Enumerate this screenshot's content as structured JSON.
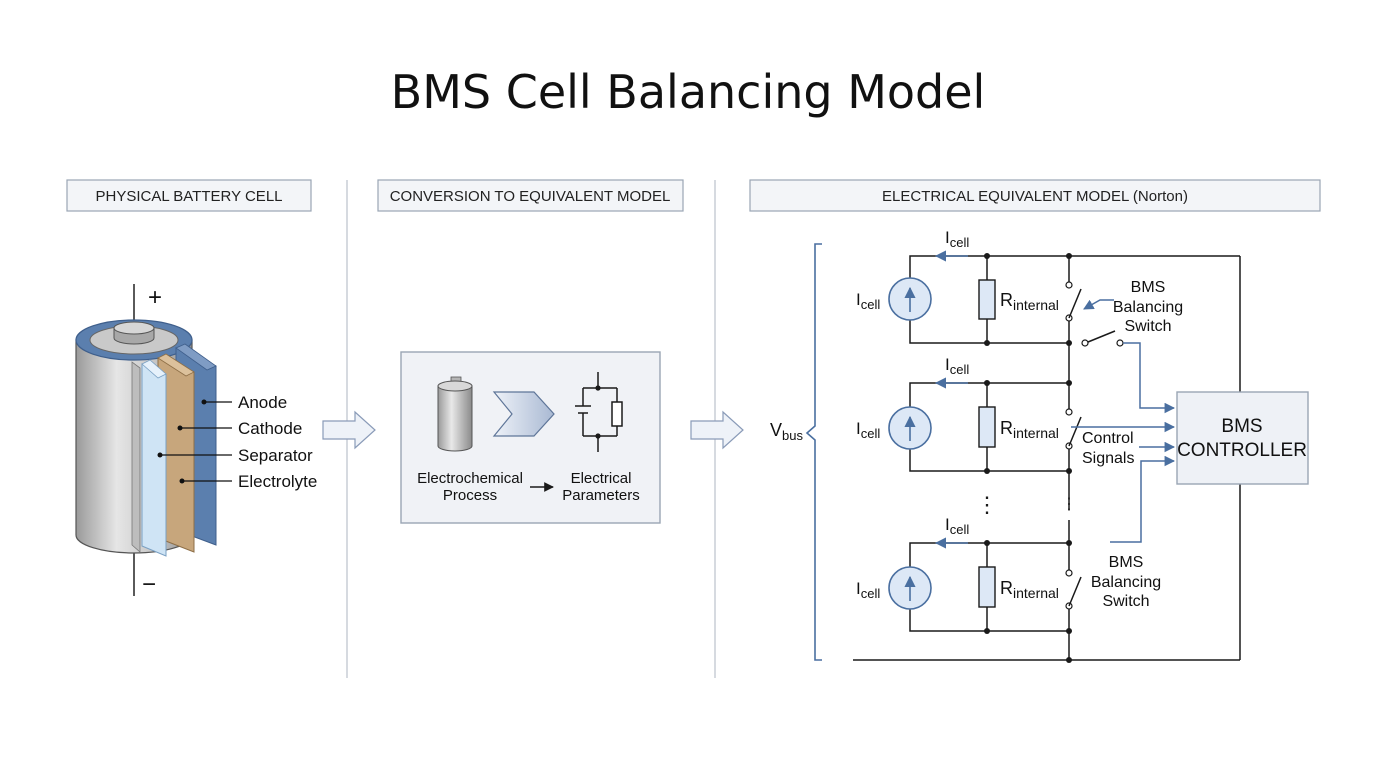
{
  "title": "BMS Cell Balancing Model",
  "panels": {
    "physical": "PHYSICAL BATTERY CELL",
    "conversion": "CONVERSION TO EQUIVALENT MODEL",
    "equivalent": "ELECTRICAL EQUIVALENT MODEL (Norton)"
  },
  "battery": {
    "plus": "+",
    "minus": "−",
    "layers": [
      "Anode",
      "Cathode",
      "Separator",
      "Electrolyte"
    ]
  },
  "conversion": {
    "left_line1": "Electrochemical",
    "left_line2": "Process",
    "right_line1": "Electrical",
    "right_line2": "Parameters"
  },
  "circuit": {
    "vbus_main": "V",
    "vbus_sub": "bus",
    "icell_main": "I",
    "icell_sub": "cell",
    "rint_main": "R",
    "rint_sub": "internal",
    "switch_top": [
      "BMS",
      "Balancing",
      "Switch"
    ],
    "control": [
      "Control",
      "Signals"
    ],
    "switch_bottom": [
      "BMS",
      "Balancing",
      "Switch"
    ],
    "ellipsis": "⋮",
    "controller": [
      "BMS",
      "CONTROLLER"
    ]
  },
  "colors": {
    "blue": "#4a6fa0",
    "blue_fill": "#dde8f6",
    "panel_border": "#9aa5b4",
    "panel_fill": "#f3f5f8",
    "copper": "#c7a67c",
    "separator_blue": "#cfe4f5"
  }
}
